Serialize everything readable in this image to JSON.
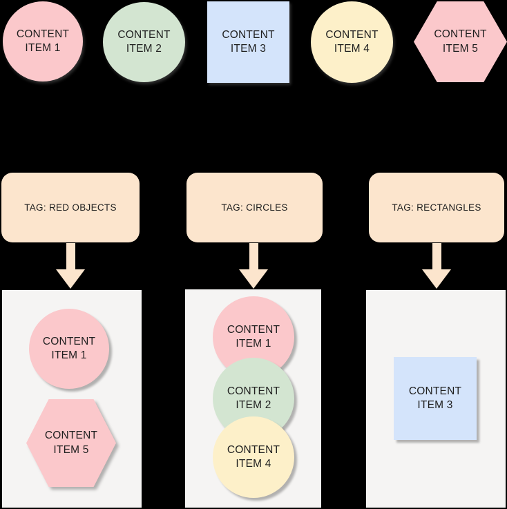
{
  "colors": {
    "background": "#000000",
    "pink": "#fbc8cb",
    "green": "#d3e5d1",
    "blue": "#d4e4fb",
    "yellow": "#fdf0c9",
    "tag_fill": "#fce5cd",
    "container_fill": "#f5f4f3",
    "text": "#1f1f1f"
  },
  "top_items": [
    {
      "label": "CONTENT ITEM 1",
      "shape": "circle",
      "color": "#fbc8cb"
    },
    {
      "label": "CONTENT ITEM 2",
      "shape": "circle",
      "color": "#d3e5d1"
    },
    {
      "label": "CONTENT ITEM 3",
      "shape": "square",
      "color": "#d4e4fb"
    },
    {
      "label": "CONTENT ITEM 4",
      "shape": "circle",
      "color": "#fdf0c9"
    },
    {
      "label": "CONTENT ITEM 5",
      "shape": "hexagon",
      "color": "#fbc8cb"
    }
  ],
  "tags": [
    {
      "label": "TAG: RED OBJECTS"
    },
    {
      "label": "TAG: CIRCLES"
    },
    {
      "label": "TAG: RECTANGLES"
    }
  ],
  "groups": [
    {
      "tag_label": "TAG: RED OBJECTS",
      "items": [
        {
          "label": "CONTENT ITEM 1",
          "shape": "circle",
          "color": "#fbc8cb"
        },
        {
          "label": "CONTENT ITEM 5",
          "shape": "hexagon",
          "color": "#fbc8cb"
        }
      ]
    },
    {
      "tag_label": "TAG: CIRCLES",
      "items": [
        {
          "label": "CONTENT ITEM 1",
          "shape": "circle",
          "color": "#fbc8cb"
        },
        {
          "label": "CONTENT ITEM 2",
          "shape": "circle",
          "color": "#d3e5d1"
        },
        {
          "label": "CONTENT ITEM 4",
          "shape": "circle",
          "color": "#fdf0c9"
        }
      ]
    },
    {
      "tag_label": "TAG: RECTANGLES",
      "items": [
        {
          "label": "CONTENT ITEM 3",
          "shape": "square",
          "color": "#d4e4fb"
        }
      ]
    }
  ]
}
